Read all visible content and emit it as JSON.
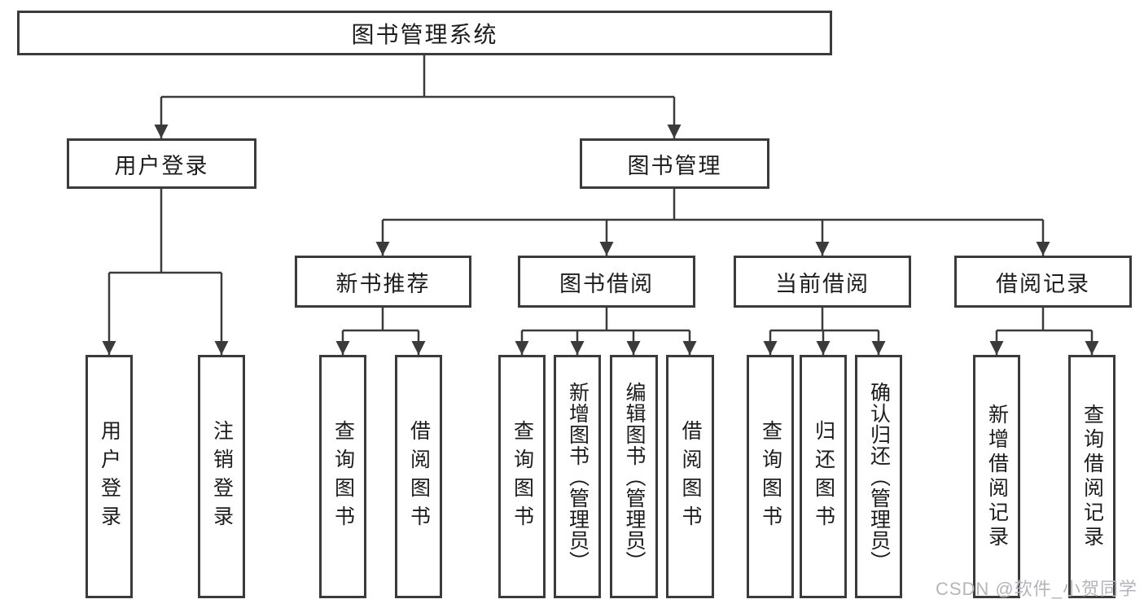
{
  "diagram": {
    "root": {
      "label": "图书管理系统"
    },
    "level2": [
      {
        "label": "用户登录"
      },
      {
        "label": "图书管理"
      }
    ],
    "level3": [
      {
        "label": "新书推荐"
      },
      {
        "label": "图书借阅"
      },
      {
        "label": "当前借阅"
      },
      {
        "label": "借阅记录"
      }
    ],
    "leaves": [
      {
        "label": "用户登录",
        "parent": "用户登录"
      },
      {
        "label": "注销登录",
        "parent": "用户登录"
      },
      {
        "label": "查询图书",
        "parent": "新书推荐"
      },
      {
        "label": "借阅图书",
        "parent": "新书推荐"
      },
      {
        "label": "查询图书",
        "parent": "图书借阅"
      },
      {
        "label": "新增图书（管理员）",
        "parent": "图书借阅"
      },
      {
        "label": "编辑图书（管理员）",
        "parent": "图书借阅"
      },
      {
        "label": "借阅图书",
        "parent": "图书借阅"
      },
      {
        "label": "查询图书",
        "parent": "当前借阅"
      },
      {
        "label": "归还图书",
        "parent": "当前借阅"
      },
      {
        "label": "确认归还（管理员）",
        "parent": "当前借阅"
      },
      {
        "label": "新增借阅记录",
        "parent": "借阅记录"
      },
      {
        "label": "查询借阅记录",
        "parent": "借阅记录"
      }
    ]
  },
  "watermark": {
    "text": "CSDN @软件_小贺同学"
  },
  "colors": {
    "line": "#3b3b3b",
    "text": "#1c1c1c",
    "watermark": "#b4b4bc",
    "background": "#ffffff"
  }
}
